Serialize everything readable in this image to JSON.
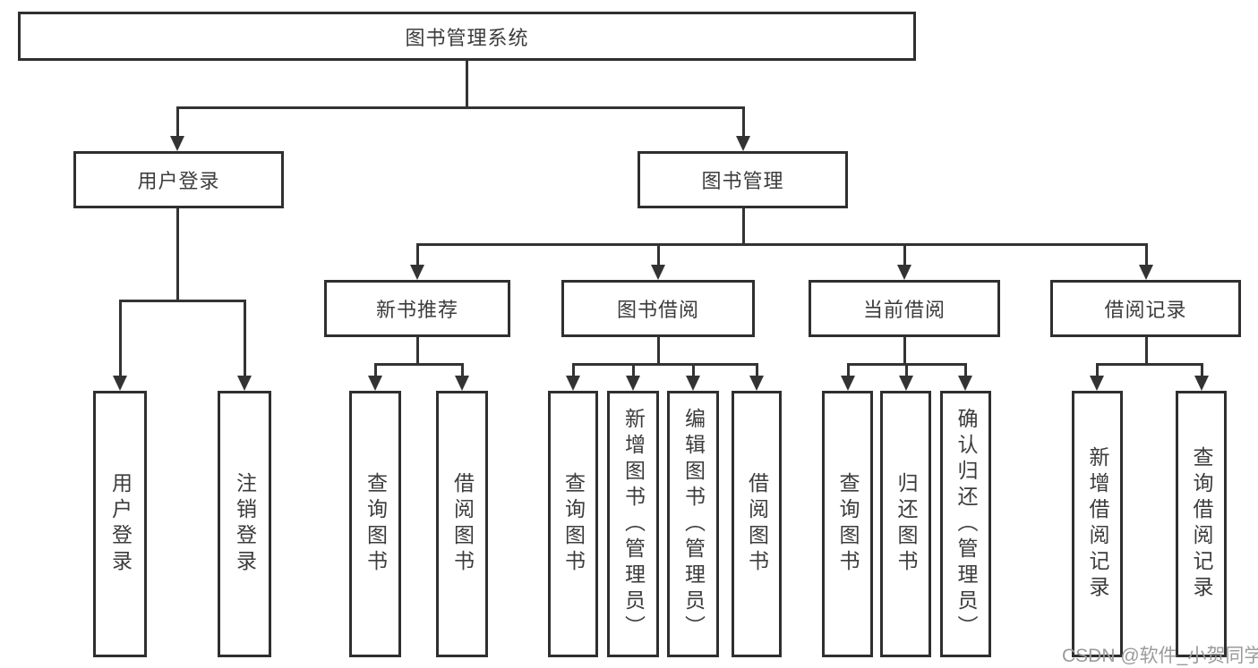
{
  "diagram": {
    "root": "图书管理系统",
    "branches": [
      {
        "label": "用户登录",
        "children": [
          "用户登录",
          "注销登录"
        ]
      },
      {
        "label": "图书管理",
        "groups": [
          {
            "label": "新书推荐",
            "children": [
              "查询图书",
              "借阅图书"
            ]
          },
          {
            "label": "图书借阅",
            "children": [
              "查询图书",
              "新增图书（管理员）",
              "编辑图书（管理员）",
              "借阅图书"
            ]
          },
          {
            "label": "当前借阅",
            "children": [
              "查询图书",
              "归还图书",
              "确认归还（管理员）"
            ]
          },
          {
            "label": "借阅记录",
            "children": [
              "新增借阅记录",
              "查询借阅记录"
            ]
          }
        ]
      }
    ]
  },
  "watermark": "CSDN @软件_小贺同学",
  "colors": {
    "line": "#333333",
    "border": "#2f2f2f",
    "text": "#3c3c3c",
    "watermark": "#9b9b9b",
    "background": "#ffffff"
  }
}
